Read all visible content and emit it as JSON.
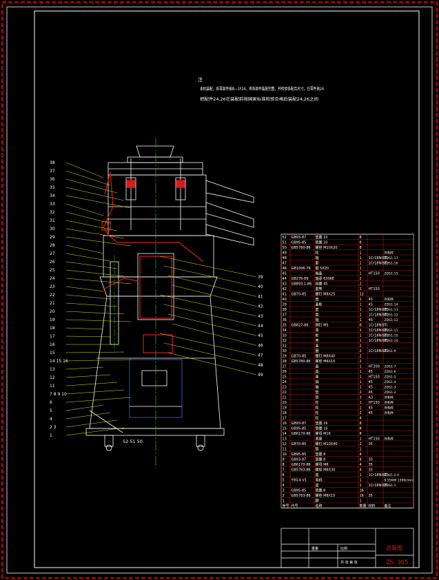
{
  "notes": {
    "heading": "注",
    "line1": "本机装配，各零部件按B—1F24，将各部件装配完整，并检验各配合尺寸，在零件表24",
    "line2": "把配件24,26在装配前按国家标准检验合格后装配24,26之间"
  },
  "left_callouts": [
    "38",
    "37",
    "36",
    "35",
    "34",
    "33",
    "32",
    "31",
    "30",
    "29",
    "28",
    "27",
    "26",
    "25",
    "24",
    "23",
    "22",
    "21",
    "20",
    "19",
    "18",
    "17",
    "16",
    "15",
    "14 15 16",
    "13",
    "12",
    "11",
    "7 8 9 10",
    "6",
    "5",
    "4",
    "2 3",
    "1"
  ],
  "right_callouts": [
    "39",
    "40",
    "41",
    "42",
    "43",
    "44",
    "45",
    "46",
    "47",
    "48",
    "49"
  ],
  "bottom_callout": "52 51 50",
  "bom_rows": [
    {
      "no": "52",
      "code": "GB93-87",
      "name": "垫圈 10",
      "qty": "8",
      "mat": "",
      "note": ""
    },
    {
      "no": "51",
      "code": "GB95-85",
      "name": "垫圈 10",
      "qty": "8",
      "mat": "",
      "note": ""
    },
    {
      "no": "50",
      "code": "GB5780-86",
      "name": "螺栓 M10X20",
      "qty": "8",
      "mat": "",
      "note": ""
    },
    {
      "no": "49",
      "code": "",
      "name": "轮",
      "qty": "1",
      "mat": "",
      "note": "外购件"
    },
    {
      "no": "48",
      "code": "",
      "name": "轴",
      "qty": "1",
      "mat": "1Cr18Ni9Ti",
      "note": "ZDS1-17"
    },
    {
      "no": "47",
      "code": "",
      "name": "套",
      "qty": "1",
      "mat": "1Cr18Ni9Ti",
      "note": "ZDS1-16"
    },
    {
      "no": "46",
      "code": "GB1096-79",
      "name": "键 5X20",
      "qty": "1",
      "mat": "",
      "note": ""
    },
    {
      "no": "45",
      "code": "",
      "name": "端盖",
      "qty": "1",
      "mat": "HT150",
      "note": "ZDS1-15"
    },
    {
      "no": "44",
      "code": "GB276-89",
      "name": "轴承 6306E",
      "qty": "2",
      "mat": "",
      "note": ""
    },
    {
      "no": "43",
      "code": "GB893.1-86",
      "name": "挡圈 45",
      "qty": "2",
      "mat": "",
      "note": ""
    },
    {
      "no": "42",
      "code": "",
      "name": "套筒",
      "qty": "1",
      "mat": "HT150",
      "note": ""
    },
    {
      "no": "41",
      "code": "GB70-85",
      "name": "螺钉 M8X25",
      "qty": "12",
      "mat": "",
      "note": ""
    },
    {
      "no": "40",
      "code": "",
      "name": "盘",
      "qty": "1",
      "mat": "45",
      "note": "外购件"
    },
    {
      "no": "39",
      "code": "",
      "name": "盖板",
      "qty": "1",
      "mat": "45",
      "note": "ZDS1-14"
    },
    {
      "no": "38",
      "code": "",
      "name": "套",
      "qty": "1",
      "mat": "1Cr18Ni9Ti",
      "note": "ZDS1-13"
    },
    {
      "no": "37",
      "code": "",
      "name": "盘",
      "qty": "1",
      "mat": "1Cr18Ni9Ti",
      "note": "ZDS1-12"
    },
    {
      "no": "36",
      "code": "",
      "name": "轴",
      "qty": "1",
      "mat": "45",
      "note": "ZDS1-12"
    },
    {
      "no": "35",
      "code": "GB827-86",
      "name": "铆钉 M5",
      "qty": "6",
      "mat": "1Cr18Ni9Ti",
      "note": ""
    },
    {
      "no": "34",
      "code": "",
      "name": "罩",
      "qty": "1",
      "mat": "1Cr18Ni9Ti",
      "note": "ZDS1-11"
    },
    {
      "no": "33",
      "code": "",
      "name": "板",
      "qty": "1",
      "mat": "1Cr18Ni9Ti",
      "note": "ZDS1-10"
    },
    {
      "no": "32",
      "code": "",
      "name": "壳",
      "qty": "1",
      "mat": "1Cr18Ni9Ti",
      "note": "ZDS1-10"
    },
    {
      "no": "31",
      "code": "",
      "name": "盖",
      "qty": "2",
      "mat": "",
      "note": ""
    },
    {
      "no": "30",
      "code": "",
      "name": "圈",
      "qty": "2",
      "mat": "1Cr18Ni9Ti",
      "note": "ZDS1-9"
    },
    {
      "no": "29",
      "code": "GB70-85",
      "name": "螺钉 M8X40",
      "qty": "2",
      "mat": "",
      "note": ""
    },
    {
      "no": "28",
      "code": "GB5780-86",
      "name": "螺栓 M6X15",
      "qty": "2",
      "mat": "",
      "note": ""
    },
    {
      "no": "27",
      "code": "",
      "name": "盖",
      "qty": "1",
      "mat": "HT200",
      "note": "ZDS1-7"
    },
    {
      "no": "26",
      "code": "",
      "name": "座",
      "qty": "1",
      "mat": "45",
      "note": "ZDS1-6"
    },
    {
      "no": "25",
      "code": "",
      "name": "座",
      "qty": "1",
      "mat": "HT150",
      "note": "ZDS1-5"
    },
    {
      "no": "24",
      "code": "",
      "name": "销",
      "qty": "1",
      "mat": "45",
      "note": "ZDS1-4"
    },
    {
      "no": "23",
      "code": "",
      "name": "轴",
      "qty": "1",
      "mat": "45",
      "note": "ZDS1-3"
    },
    {
      "no": "22",
      "code": "",
      "name": "垫",
      "qty": "2",
      "mat": "45",
      "note": "ZDS1-2"
    },
    {
      "no": "21",
      "code": "",
      "name": "垫",
      "qty": "3",
      "mat": "A3",
      "note": "外购件"
    },
    {
      "no": "20",
      "code": "",
      "name": "轮",
      "qty": "1",
      "mat": "HT150",
      "note": "外购件"
    },
    {
      "no": "19",
      "code": "",
      "name": "轮",
      "qty": "1",
      "mat": "45",
      "note": "外购件"
    },
    {
      "no": "18",
      "code": "",
      "name": "轮",
      "qty": "2",
      "mat": "45",
      "note": "外购件"
    },
    {
      "no": "17",
      "code": "",
      "name": "轮",
      "qty": "4",
      "mat": "",
      "note": ""
    },
    {
      "no": "16",
      "code": "GB93-87",
      "name": "垫圈 16",
      "qty": "8",
      "mat": "",
      "note": ""
    },
    {
      "no": "15",
      "code": "GB95-85",
      "name": "垫圈 16",
      "qty": "8",
      "mat": "",
      "note": ""
    },
    {
      "no": "14",
      "code": "GB6170-86",
      "name": "螺母 M16",
      "qty": "8",
      "mat": "",
      "note": ""
    },
    {
      "no": "13",
      "code": "",
      "name": "底座",
      "qty": "1",
      "mat": "HT150",
      "note": "外购件"
    },
    {
      "no": "12",
      "code": "GB70-85",
      "name": "螺钉 M10X40",
      "qty": "2",
      "mat": "35",
      "note": ""
    },
    {
      "no": "11",
      "code": "",
      "name": "垫",
      "qty": "1",
      "mat": "",
      "note": ""
    },
    {
      "no": "10",
      "code": "GB95-85",
      "name": "垫圈 8",
      "qty": "4",
      "mat": "",
      "note": ""
    },
    {
      "no": "9",
      "code": "GB93-87",
      "name": "垫圈 8",
      "qty": "4",
      "mat": "35",
      "note": ""
    },
    {
      "no": "8",
      "code": "GB6170-86",
      "name": "螺母 M8",
      "qty": "4",
      "mat": "35",
      "note": ""
    },
    {
      "no": "7",
      "code": "GB5783-86",
      "name": "螺栓 M8X30",
      "qty": "4",
      "mat": "35",
      "note": ""
    },
    {
      "no": "6",
      "code": "",
      "name": "座",
      "qty": "1",
      "mat": "1Cr18Ni9Ti",
      "note": "ZDS1.2-0"
    },
    {
      "no": "5",
      "code": "Y90-4 V1",
      "name": "电机",
      "qty": "1",
      "mat": "",
      "note": "0.55KW 1390r/min"
    },
    {
      "no": "4",
      "code": "",
      "name": "座",
      "qty": "1",
      "mat": "1Cr18Ni9Ti",
      "note": "ZDS1-1"
    },
    {
      "no": "3",
      "code": "GB95-85",
      "name": "垫圈 8",
      "qty": "16",
      "mat": "",
      "note": ""
    },
    {
      "no": "2",
      "code": "GB5783-86",
      "name": "螺栓 M8X15",
      "qty": "16",
      "mat": "35",
      "note": ""
    },
    {
      "no": "1",
      "code": "",
      "name": "脚",
      "qty": "1",
      "mat": "",
      "note": ""
    }
  ],
  "bom_header": {
    "no": "序号",
    "code": "代号",
    "name": "名称",
    "qty": "数量",
    "mat": "材料",
    "note": "备注"
  },
  "title_block": {
    "drawing_title": "总装图",
    "drawing_number": "ZS-365",
    "scale_label": "比例",
    "weight_label": "重量",
    "sheet_label": "共 张 第 张"
  },
  "colors": {
    "background": "#000000",
    "frame": "#d00000",
    "frame_inner": "#ffffff",
    "outline": "#ffffff",
    "centerline": "#00c000",
    "section_red": "#d81b1b",
    "text": "#ffffff",
    "callout_line": "#e8e800",
    "motor_blue": "#4169e1"
  }
}
